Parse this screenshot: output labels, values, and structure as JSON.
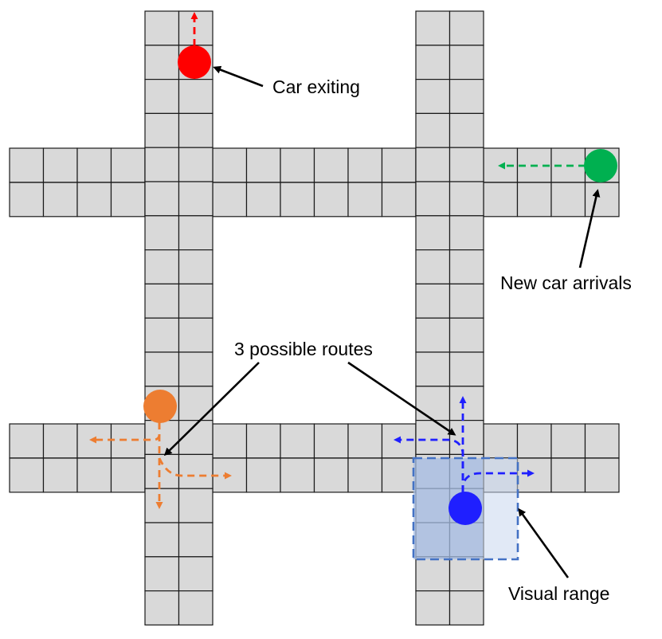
{
  "labels": {
    "car_exiting": "Car exiting",
    "new_car_arrivals": "New car arrivals",
    "possible_routes": "3 possible routes",
    "visual_range": "Visual range"
  },
  "colors": {
    "road_cell": "#d9d9d9",
    "exiting_car": "#ff0000",
    "arriving_car": "#00b050",
    "orange_car": "#ed7d31",
    "blue_car": "#1f1fff",
    "visual_range_fill": "#8faadc",
    "visual_range_border": "#4472c4"
  },
  "icons": {
    "exiting_car": "red-circle",
    "arriving_car": "green-circle",
    "orange_car": "orange-circle",
    "blue_car": "blue-circle"
  }
}
